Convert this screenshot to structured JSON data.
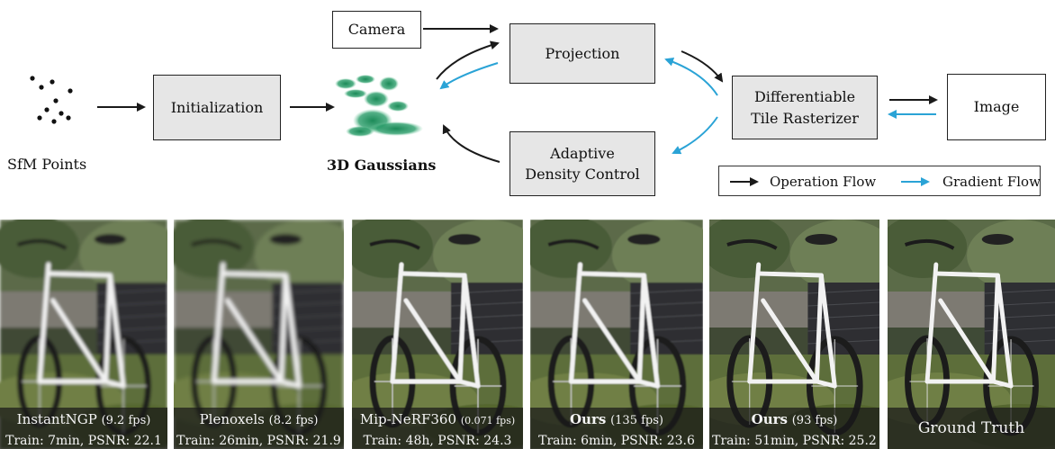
{
  "diagram": {
    "sfm_label": "SfM Points",
    "initialization": "Initialization",
    "gaussians_label": "3D Gaussians",
    "camera": "Camera",
    "projection": "Projection",
    "adaptive_line1": "Adaptive",
    "adaptive_line2": "Density Control",
    "rasterizer_line1": "Differentiable",
    "rasterizer_line2": "Tile Rasterizer",
    "image": "Image",
    "legend": {
      "operation": "Operation Flow",
      "gradient": "Gradient Flow"
    },
    "colors": {
      "operation": "#1a1a1a",
      "gradient": "#2aa3d6",
      "box_fill": "#e6e6e6",
      "gaussian": "#1f8a5a"
    }
  },
  "panels": [
    {
      "method": "InstantNGP",
      "fps": "(9.2 fps)",
      "stats": "Train: 7min, PSNR: 22.1"
    },
    {
      "method": "Plenoxels",
      "fps": "(8.2 fps)",
      "stats": "Train: 26min, PSNR: 21.9"
    },
    {
      "method": "Mip-NeRF360",
      "fps": "(0.071 fps)",
      "stats": "Train: 48h, PSNR: 24.3"
    },
    {
      "method": "Ours",
      "fps": "(135 fps)",
      "stats": "Train: 6min, PSNR: 23.6"
    },
    {
      "method": "Ours",
      "fps": "(93 fps)",
      "stats": "Train: 51min, PSNR: 25.2"
    },
    {
      "method": "Ground Truth",
      "fps": "",
      "stats": ""
    }
  ]
}
